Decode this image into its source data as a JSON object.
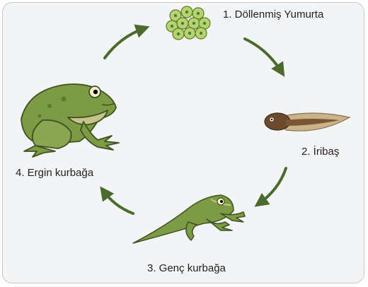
{
  "stages": [
    {
      "label": "1. Döllenmiş Yumurta",
      "icon": "egg-cluster-icon"
    },
    {
      "label": "2. İribaş",
      "icon": "tadpole-icon"
    },
    {
      "label": "3. Genç kurbağa",
      "icon": "young-frog-icon"
    },
    {
      "label": "4. Ergin kurbağa",
      "icon": "adult-frog-icon"
    }
  ],
  "colors": {
    "background": "#f3f4f6",
    "border": "#c8c8c8",
    "arrow": "#4a6a2e",
    "egg": "#b7d36b",
    "egg_core": "#4a7a4a",
    "frog_body": "#7d9a45",
    "frog_belly": "#c6c48a",
    "tadpole_body": "#6b4a2e",
    "tadpole_fin": "#c9b48a"
  }
}
